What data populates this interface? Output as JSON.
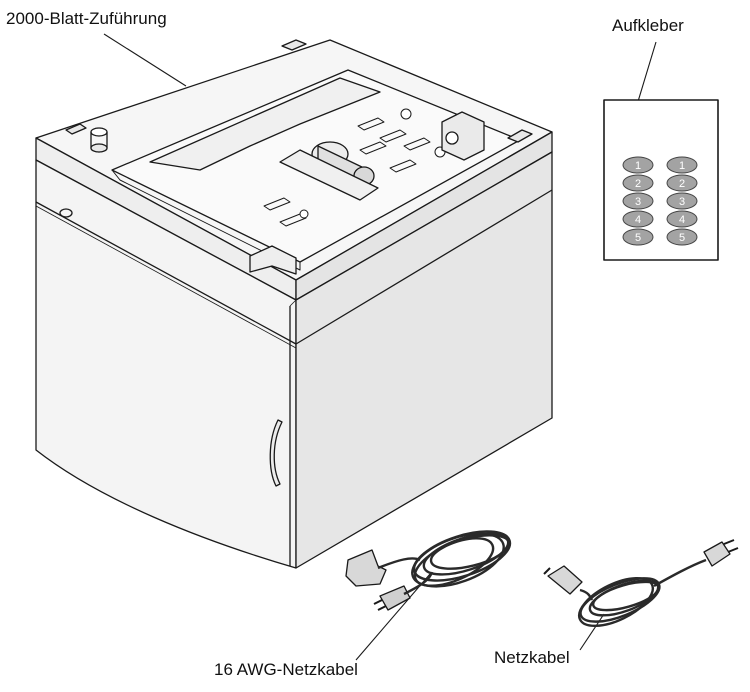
{
  "labels": {
    "tray": "2000-Blatt-Zuführung",
    "stickers": "Aufkleber",
    "cable_16awg": "16 AWG-Netzkabel",
    "power_cable": "Netzkabel"
  },
  "sticker_sheet": {
    "rows": [
      [
        "1",
        "1"
      ],
      [
        "2",
        "2"
      ],
      [
        "3",
        "3"
      ],
      [
        "4",
        "4"
      ],
      [
        "5",
        "5"
      ]
    ]
  }
}
